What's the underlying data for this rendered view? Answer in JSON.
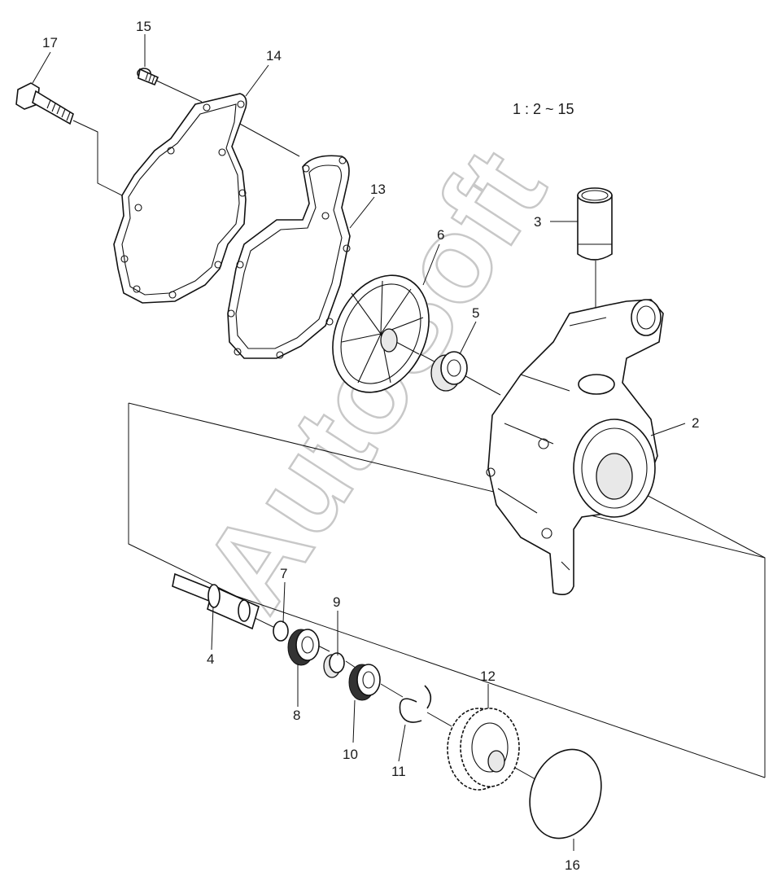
{
  "diagram": {
    "scale_note": "1 : 2 ~ 15",
    "watermark": "AutoSoft",
    "callouts": [
      "2",
      "3",
      "4",
      "5",
      "6",
      "7",
      "8",
      "9",
      "10",
      "11",
      "12",
      "13",
      "14",
      "15",
      "16",
      "17"
    ]
  }
}
